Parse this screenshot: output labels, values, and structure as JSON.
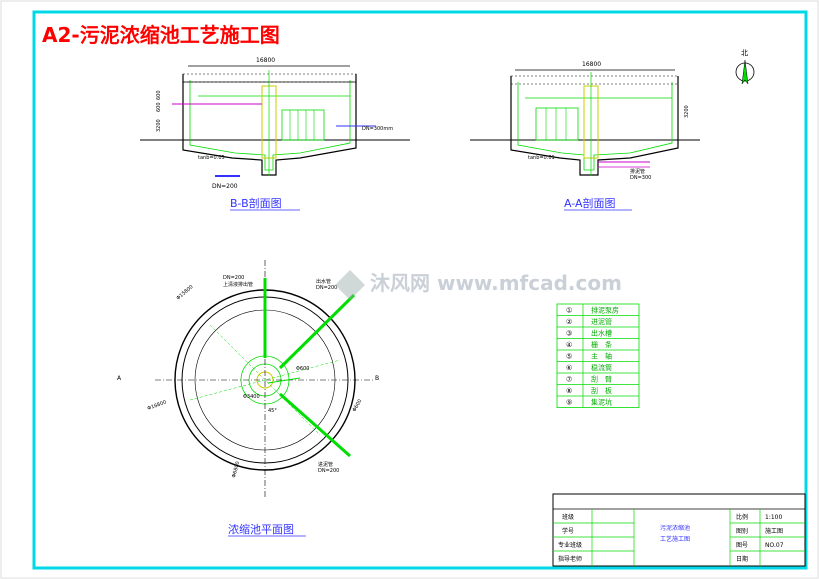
{
  "title": "A2-污泥浓缩池工艺施工图",
  "views": {
    "bb_label": "B-B剖面图",
    "aa_label": "A-A剖面图",
    "plan_label": "浓缩池平面图"
  },
  "dims": {
    "bb_width": "16800",
    "aa_width": "16800",
    "bb_h1": "600",
    "bb_h2": "600",
    "bb_h3": "3200",
    "bb_pipe_dn": "DN=200",
    "bb_pipe_dn2": "DN=300mm",
    "bb_slope": "tanb=0.05",
    "aa_h": "3200",
    "aa_slope": "tanb=0.01",
    "aa_pipe_dn": "DN=300",
    "aa_pipe_label": "排泥管",
    "plan_pipe1_dn": "DN=200",
    "plan_pipe1_label": "上清液排出管",
    "plan_pipe2_label": "出水管",
    "plan_pipe2_dn": "DN=200",
    "plan_pipe3_label": "进泥管",
    "plan_pipe3_dn": "DN=200",
    "plan_d1": "Φ15800",
    "plan_d2": "Φ16800",
    "plan_d3": "Φ6800",
    "plan_d4": "Φ600",
    "plan_d5": "Φ3400",
    "plan_center_d": "Φ600",
    "plan_r": "45°",
    "plan_mark_a": "A",
    "plan_mark_b": "B"
  },
  "north_label": "北",
  "legend": [
    {
      "num": "①",
      "text": "排泥泵房"
    },
    {
      "num": "②",
      "text": "进泥管"
    },
    {
      "num": "③",
      "text": "出水槽"
    },
    {
      "num": "④",
      "text": "栅　条"
    },
    {
      "num": "⑤",
      "text": "主　轴"
    },
    {
      "num": "⑥",
      "text": "稳流筒"
    },
    {
      "num": "⑦",
      "text": "刮　臂"
    },
    {
      "num": "⑧",
      "text": "刮　板"
    },
    {
      "num": "⑨",
      "text": "集泥坑"
    }
  ],
  "title_block": {
    "row1": "班级",
    "row2": "学号",
    "row3": "专业班级",
    "row4": "指导老师",
    "drawing_name_1": "污泥浓缩池",
    "drawing_name_2": "工艺施工图",
    "r1_label": "比例",
    "r1_value": "1:100",
    "r2_label": "图别",
    "r2_value": "施工图",
    "r3_label": "图号",
    "r3_value": "NO.07",
    "r4_label": "日期",
    "r4_value": ""
  },
  "watermark": "沐风网 www.mfcad.com",
  "colors": {
    "border": "#00d8e8",
    "title": "#ff0000",
    "green": "#00dd00",
    "black": "#000000",
    "blue": "#3333ff",
    "magenta": "#cc00cc",
    "yellow": "#cccc00"
  }
}
